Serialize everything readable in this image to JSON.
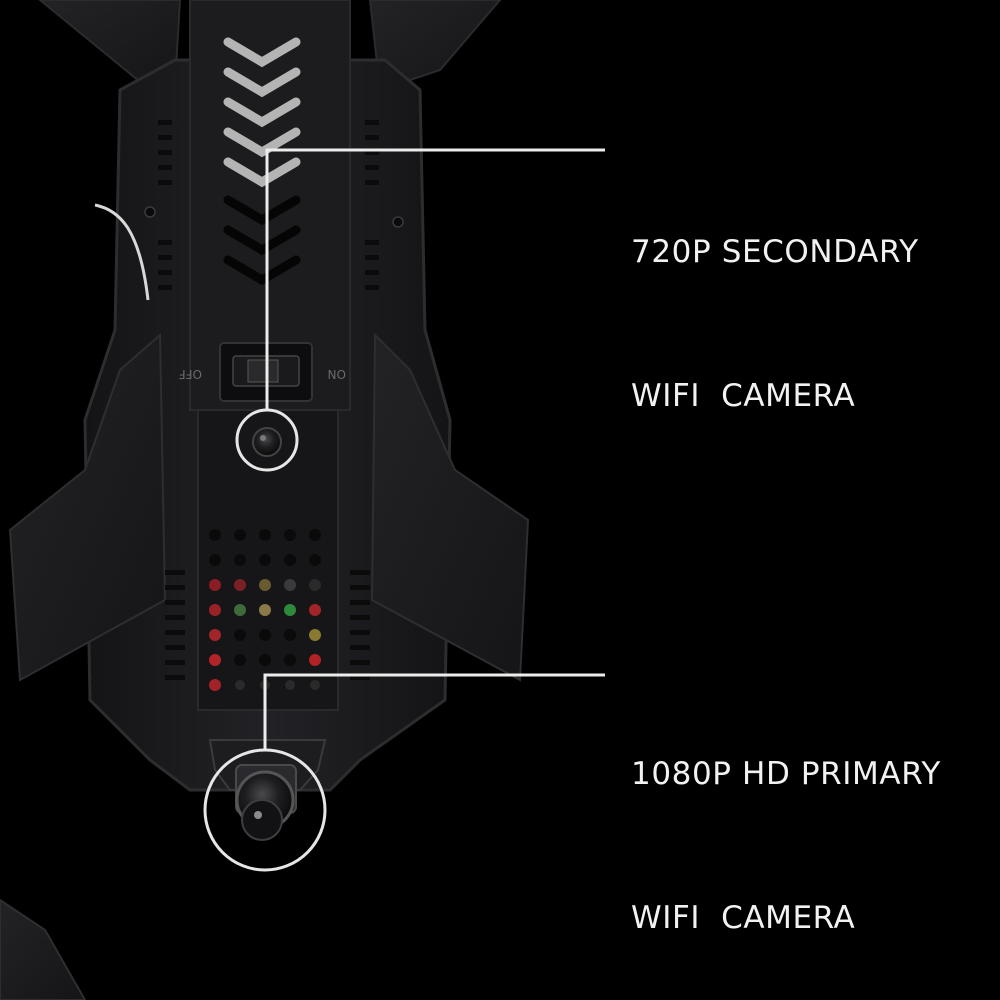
{
  "drone_labels": {
    "switch_off": "OFF",
    "switch_on": "ON"
  },
  "callouts": {
    "secondary": {
      "line1": "720P SECONDARY",
      "line2": "WIFI  CAMERA"
    },
    "primary": {
      "line1": "1080P HD PRIMARY",
      "line2": "WIFI  CAMERA"
    }
  },
  "colors": {
    "background": "#000000",
    "body": "#1b1b1d",
    "highlight_circle": "#e6e6e6",
    "callout_text": "#f2f2f2"
  }
}
